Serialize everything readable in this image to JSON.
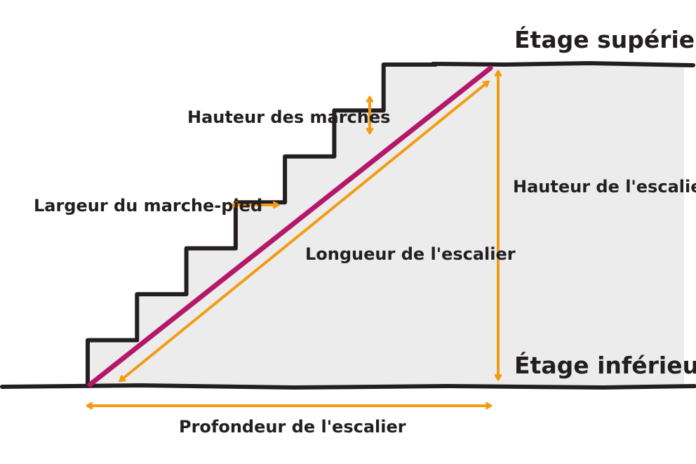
{
  "labels": {
    "upper_floor": "Étage supérieur",
    "lower_floor": "Étage inférieur",
    "step_height": "Hauteur des marches",
    "tread_width": "Largeur du marche-pied",
    "stair_height": "Hauteur de l'escalier",
    "stair_length": "Longueur de l'escalier",
    "stair_depth": "Profondeur de l'escalier"
  },
  "colors": {
    "outline": "#231f20",
    "fill": "#ececec",
    "stringer": "#b5176b",
    "dimension": "#f39c12"
  },
  "steps": {
    "count": 7
  }
}
